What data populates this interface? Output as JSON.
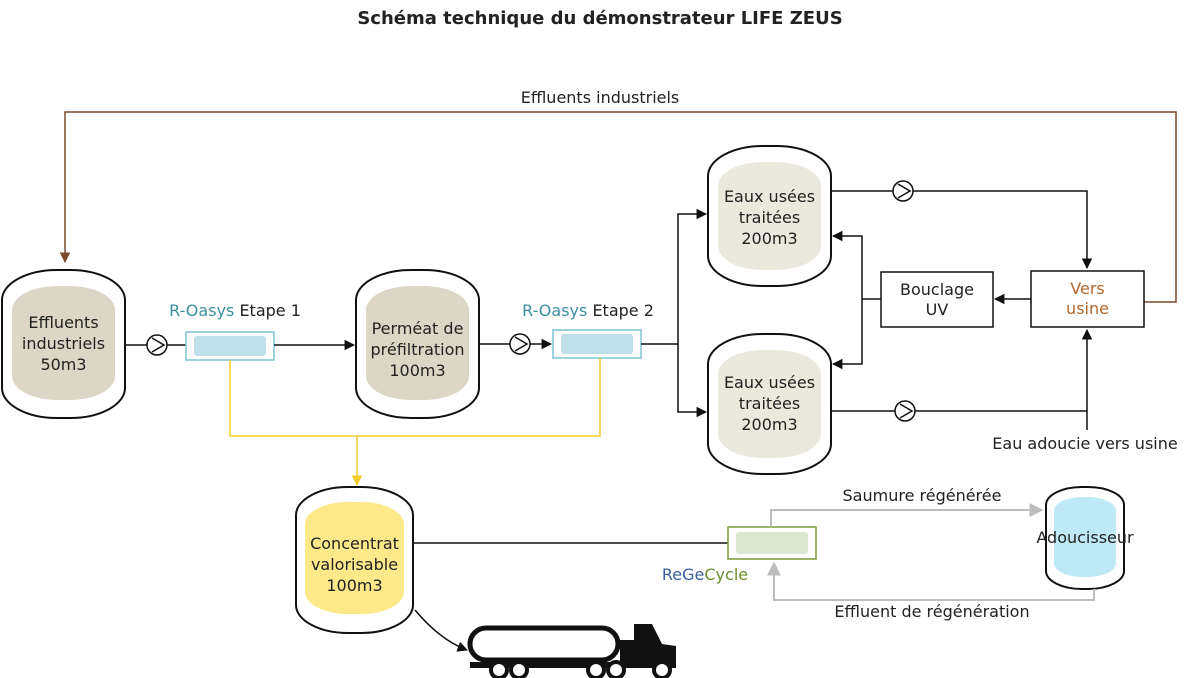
{
  "title": "Schéma technique du démonstrateur LIFE ZEUS",
  "colors": {
    "brown_line": "#7a4a2a",
    "yellow_line": "#f2cf2a",
    "grey_line": "#bdbdbd",
    "tank_fill_beige": "#dcd6c6",
    "tank_fill_light": "#ebe8de",
    "tank_fill_yellow": "#fde88a",
    "tank_fill_blue": "#bfe9f6",
    "filter_blue": "#bfe0ea",
    "filter_green": "#dbe7cf",
    "teal_text": "#3a8fa0",
    "blue_text": "#3a5f9e",
    "green_text": "#6b8f2b",
    "orange_text": "#b5652a"
  },
  "labels": {
    "effluents_industriels_loop": "Effluents industriels",
    "roasys_1_brand": "R-Oasys",
    "roasys_1_step": "Etape 1",
    "roasys_2_brand": "R-Oasys",
    "roasys_2_step": "Etape 2",
    "eau_adoucie": "Eau adoucie vers usine",
    "saumure": "Saumure régénérée",
    "effluent_regen": "Effluent de régénération",
    "regecycle_a": "ReGe",
    "regecycle_b": "Cycle"
  },
  "tanks": {
    "effluents": {
      "line1": "Effluents",
      "line2": "industriels",
      "line3": "50m3"
    },
    "permeat": {
      "line1": "Perméat de",
      "line2": "préfiltration",
      "line3": "100m3"
    },
    "eaux_top": {
      "line1": "Eaux usées",
      "line2": "traitées",
      "line3": "200m3"
    },
    "eaux_bottom": {
      "line1": "Eaux usées",
      "line2": "traitées",
      "line3": "200m3"
    },
    "concentrat": {
      "line1": "Concentrat",
      "line2": "valorisable",
      "line3": "100m3"
    },
    "adoucisseur": {
      "line1": "Adoucisseur"
    }
  },
  "boxes": {
    "bouclage": {
      "line1": "Bouclage",
      "line2": "UV"
    },
    "vers_usine": {
      "line1": "Vers",
      "line2": "usine"
    }
  }
}
